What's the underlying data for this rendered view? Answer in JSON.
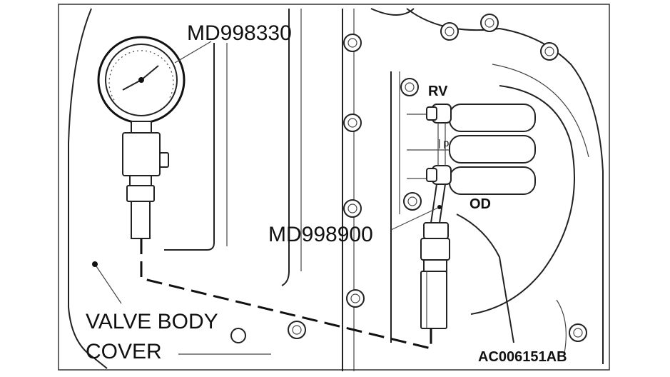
{
  "labels": {
    "gauge_tool": "MD998330",
    "adapter_tool": "MD998900",
    "valve_body_line1": "VALVE BODY",
    "valve_body_line2": "COVER",
    "port_rv": "RV",
    "port_od": "OD",
    "figure_code": "AC006151AB"
  },
  "icons": {
    "gauge": "pressure-gauge-icon",
    "bolt": "bolt-head-icon"
  },
  "colors": {
    "line": "#222222",
    "background": "#ffffff"
  }
}
